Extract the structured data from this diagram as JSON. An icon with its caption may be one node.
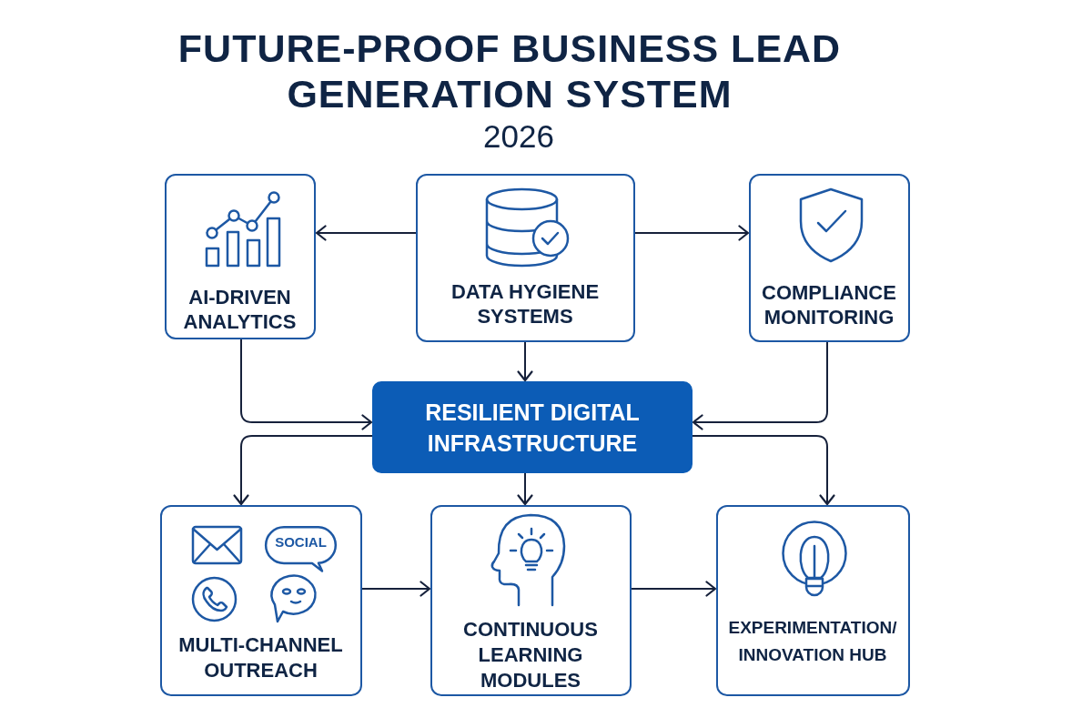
{
  "diagram": {
    "title": "FUTURE-PROOF BUSINESS LEAD GENERATION SYSTEM",
    "nodes": [
      {
        "text": [
          "AI-DRIVEN ANALYTICS"
        ]
      },
      {
        "text": [
          "DATA HYGIENE SYSTEMS"
        ]
      },
      {
        "text": [
          "COMPLIANCE MONITORING"
        ]
      },
      {
        "text": [
          "RESILIENT DIGITAL INFRASTRUCTURE"
        ]
      },
      {
        "text": [
          "MULTI-CHANNEL OUTREACH"
        ]
      },
      {
        "text": [
          "SOCIAL"
        ],
        "in": 4
      },
      {
        "text": [
          "CONTINUOUS LEARNING MODULES"
        ]
      },
      {
        "text": [
          "EXPERIMENTATION/ INNOVATION HUB"
        ]
      }
    ],
    "edges": [
      {
        "from": 1,
        "to": 0,
        "arrow": "to"
      },
      {
        "from": 1,
        "to": 2,
        "arrow": "to"
      },
      {
        "from": 1,
        "to": 3,
        "arrow": "to"
      },
      {
        "from": 0,
        "to": 3,
        "arrow": "to"
      },
      {
        "from": 2,
        "to": 3,
        "arrow": "to"
      },
      {
        "from": 3,
        "to": 4,
        "arrow": "to"
      },
      {
        "from": 3,
        "to": 6,
        "arrow": "to"
      },
      {
        "from": 3,
        "to": 7,
        "arrow": "to"
      },
      {
        "from": 4,
        "to": 6,
        "arrow": "to"
      },
      {
        "from": 6,
        "to": 7,
        "arrow": "to"
      }
    ],
    "labels": [
      "2026"
    ]
  }
}
